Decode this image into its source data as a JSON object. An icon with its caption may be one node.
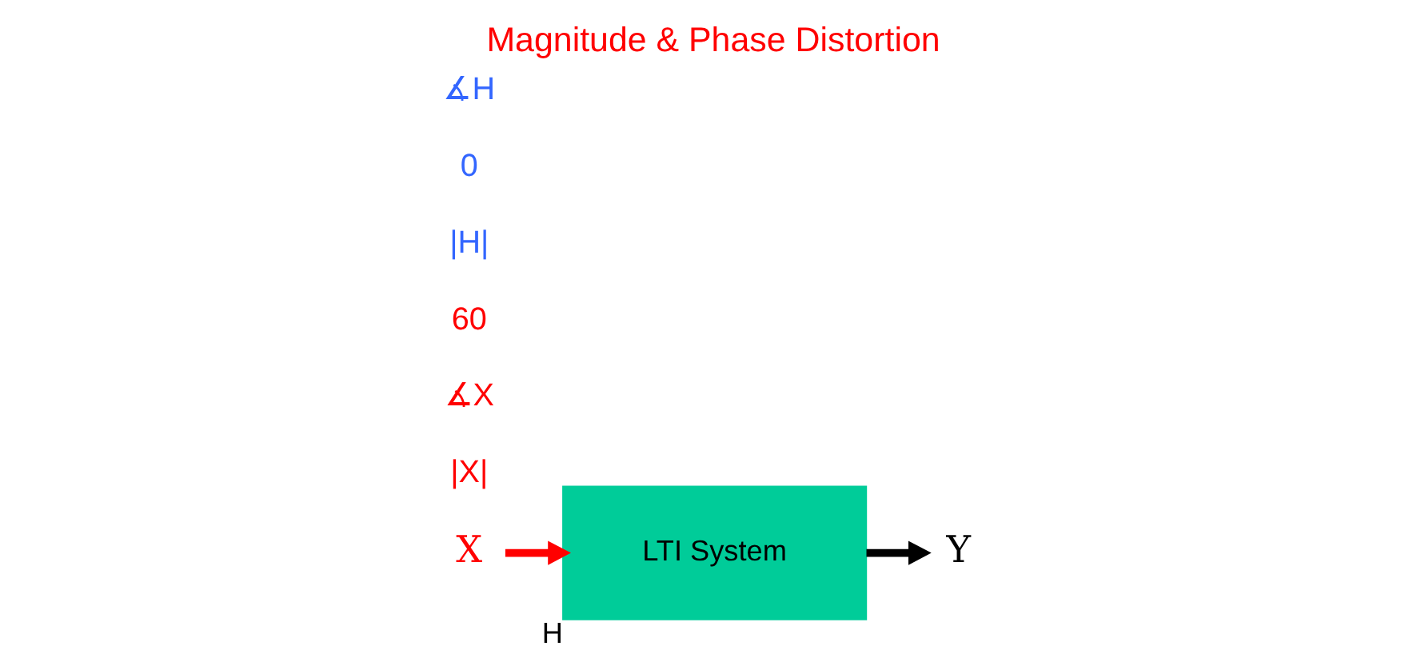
{
  "diagram": {
    "title": "Magnitude & Phase Distortion",
    "nodes": [
      {
        "text": [
          "X"
        ]
      },
      {
        "text": [
          "LTI System"
        ],
        "beside": [
          "H"
        ]
      },
      {
        "text": [
          "Y"
        ]
      }
    ],
    "edges": [
      {
        "from": 0,
        "to": 1,
        "arrow": "to",
        "color": "#ff0000"
      },
      {
        "from": 1,
        "to": 2,
        "arrow": "to",
        "color": "#000000"
      }
    ],
    "labels": [
      "|X|",
      "∡X",
      "60",
      "|H|",
      "0",
      "∡H"
    ]
  }
}
